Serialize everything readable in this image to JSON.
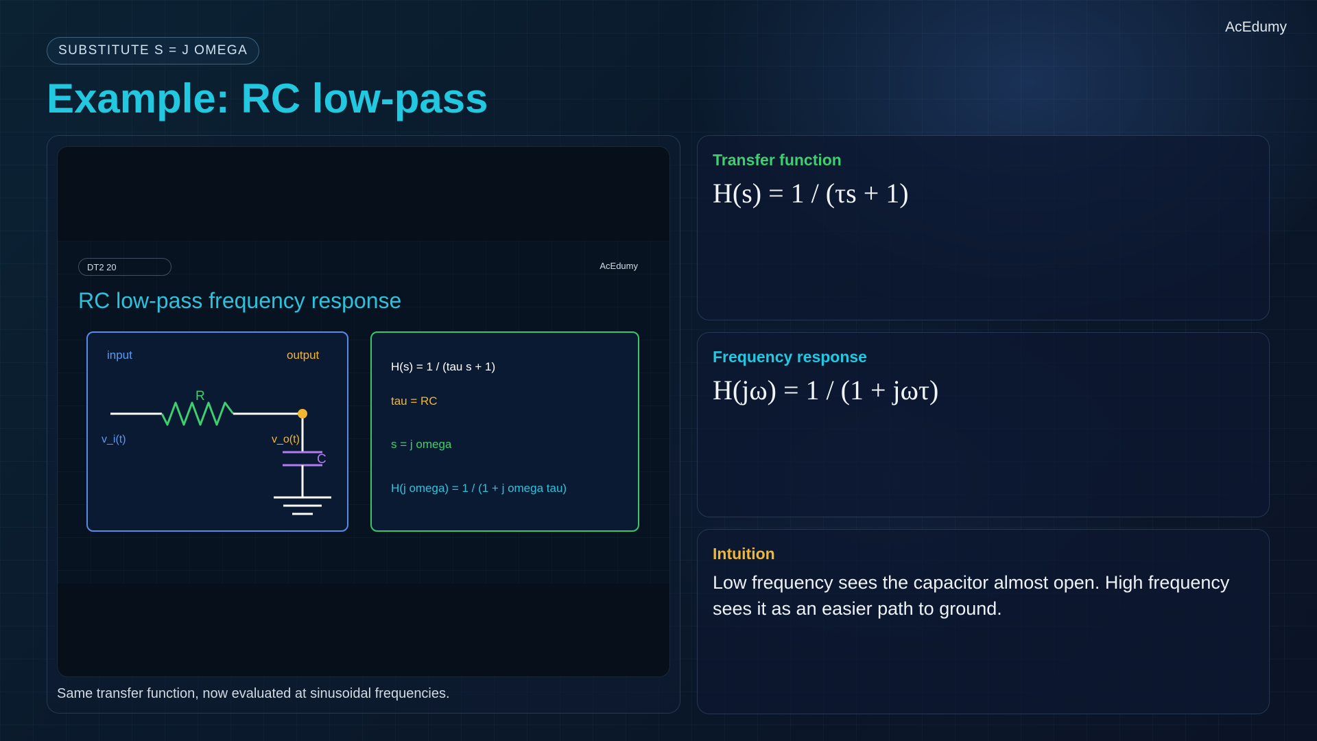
{
  "brand": "AcEdumy",
  "pill": "SUBSTITUTE S = J OMEGA",
  "title": "Example: RC low-pass",
  "embedded_slide": {
    "pill": "DT2 20",
    "brand": "AcEdumy",
    "title": "RC low-pass frequency response",
    "circuit": {
      "input_label": "input",
      "output_label": "output",
      "resistor_label": "R",
      "capacitor_label": "C",
      "vin_label": "v_i(t)",
      "vout_label": "v_o(t)"
    },
    "equations": [
      "H(s) = 1 / (tau s + 1)",
      "tau = RC",
      "s = j omega",
      "H(j omega) = 1 / (1 + j omega tau)"
    ]
  },
  "caption": "Same transfer function, now evaluated at sinusoidal frequencies.",
  "cards": {
    "transfer": {
      "label": "Transfer function",
      "formula": "H(s) = 1 / (τs + 1)"
    },
    "frequency": {
      "label": "Frequency response",
      "formula": "H(jω) = 1 / (1 + jωτ)"
    },
    "intuition": {
      "label": "Intuition",
      "text": "Low frequency sees the capacitor almost open. High frequency sees it as an easier path to ground."
    }
  },
  "colors": {
    "title": "#22c8e0",
    "transfer_label": "#3ecf6e",
    "frequency_label": "#22c8e0",
    "intuition_label": "#f2b731",
    "resistor": "#3ecf6e",
    "capacitor": "#b07cf0",
    "node": "#f2b731",
    "input_text": "#5a9bf0",
    "output_text": "#f2b731"
  }
}
